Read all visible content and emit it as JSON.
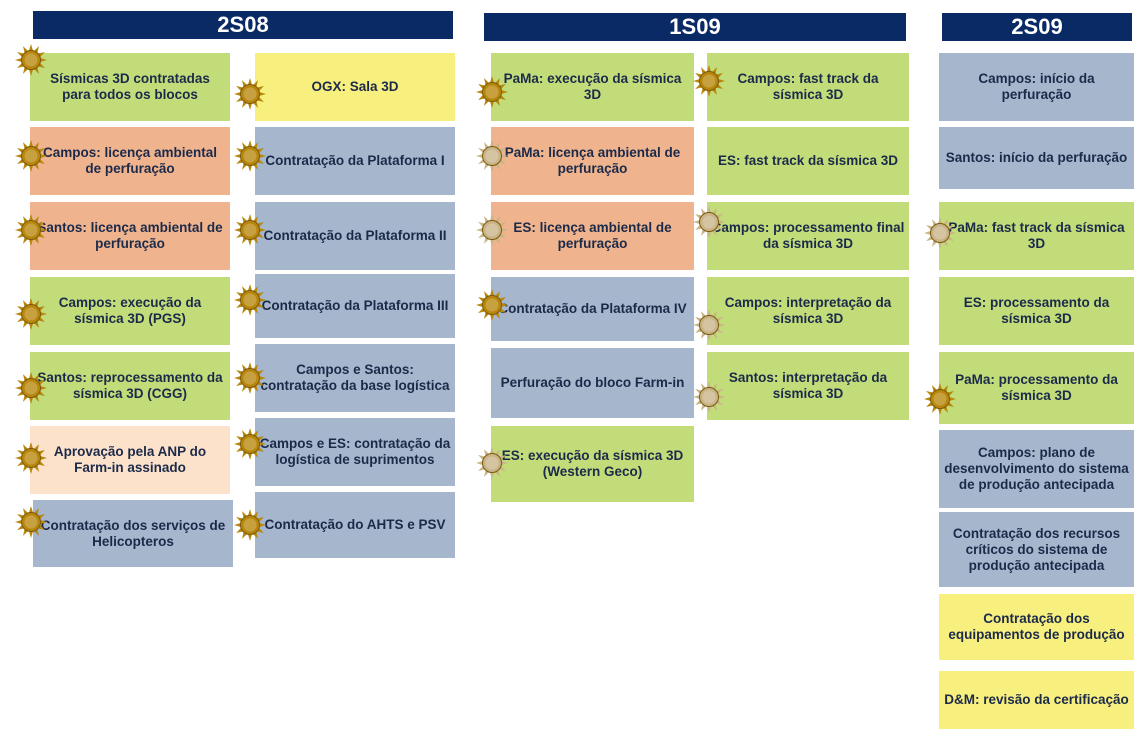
{
  "colors": {
    "header": "#0a2a66",
    "green": "#c2dc7a",
    "yellow": "#f8f07e",
    "salmon": "#efb38e",
    "blue": "#a6b6cc",
    "peach": "#fde2cb",
    "sun_gold": "#b8860b",
    "sun_light": "#c9b487"
  },
  "headers": {
    "h1": "2S08",
    "h2": "1S09",
    "h3": "2S09"
  },
  "items": {
    "b1": "Sísmicas 3D contratadas para todos os blocos",
    "b2": "OGX: Sala 3D",
    "b3": "Campos: licença ambiental de perfuração",
    "b4": "Contratação da Plataforma I",
    "b5": "Santos: licença ambiental de perfuração",
    "b6": "Contratação da Plataforma II",
    "b7": "Campos: execução da sísmica 3D (PGS)",
    "b8": "Contratação da Plataforma III",
    "b9": "Santos: reprocessamento da sísmica 3D (CGG)",
    "b10": "Campos e Santos: contratação da base logística",
    "b11": "Aprovação pela ANP do Farm-in assinado",
    "b12": "Campos e ES: contratação da logística de suprimentos",
    "b13": "Contratação dos serviços de Helicopteros",
    "b14": "Contratação do AHTS e PSV",
    "b15": "PaMa: execução da sísmica 3D",
    "b16": "Campos: fast track da sísmica 3D",
    "b17": "PaMa: licença ambiental de perfuração",
    "b18": "ES: fast track da sísmica 3D",
    "b19": "ES: licença ambiental de perfuração",
    "b20": "Campos: processamento final da sísmica 3D",
    "b21": "Contratação da Plataforma IV",
    "b22": "Campos: interpretação da sísmica 3D",
    "b23": "Perfuração do bloco Farm-in",
    "b24": "Santos: interpretação da sísmica 3D",
    "b25": "ES: execução da sísmica 3D (Western Geco)",
    "b26": "Campos: início da perfuração",
    "b27": "Santos: início da perfuração",
    "b28": "PaMa: fast track da sísmica 3D",
    "b29": "ES: processamento da sísmica 3D",
    "b30": "PaMa: processamento da sísmica 3D",
    "b31": "Campos: plano de desenvolvimento do sistema de produção antecipada",
    "b32": "Contratação dos recursos críticos do sistema de produção antecipada",
    "b33": "Contratação dos equipamentos de produção",
    "b34": "D&M: revisão da certificação"
  }
}
